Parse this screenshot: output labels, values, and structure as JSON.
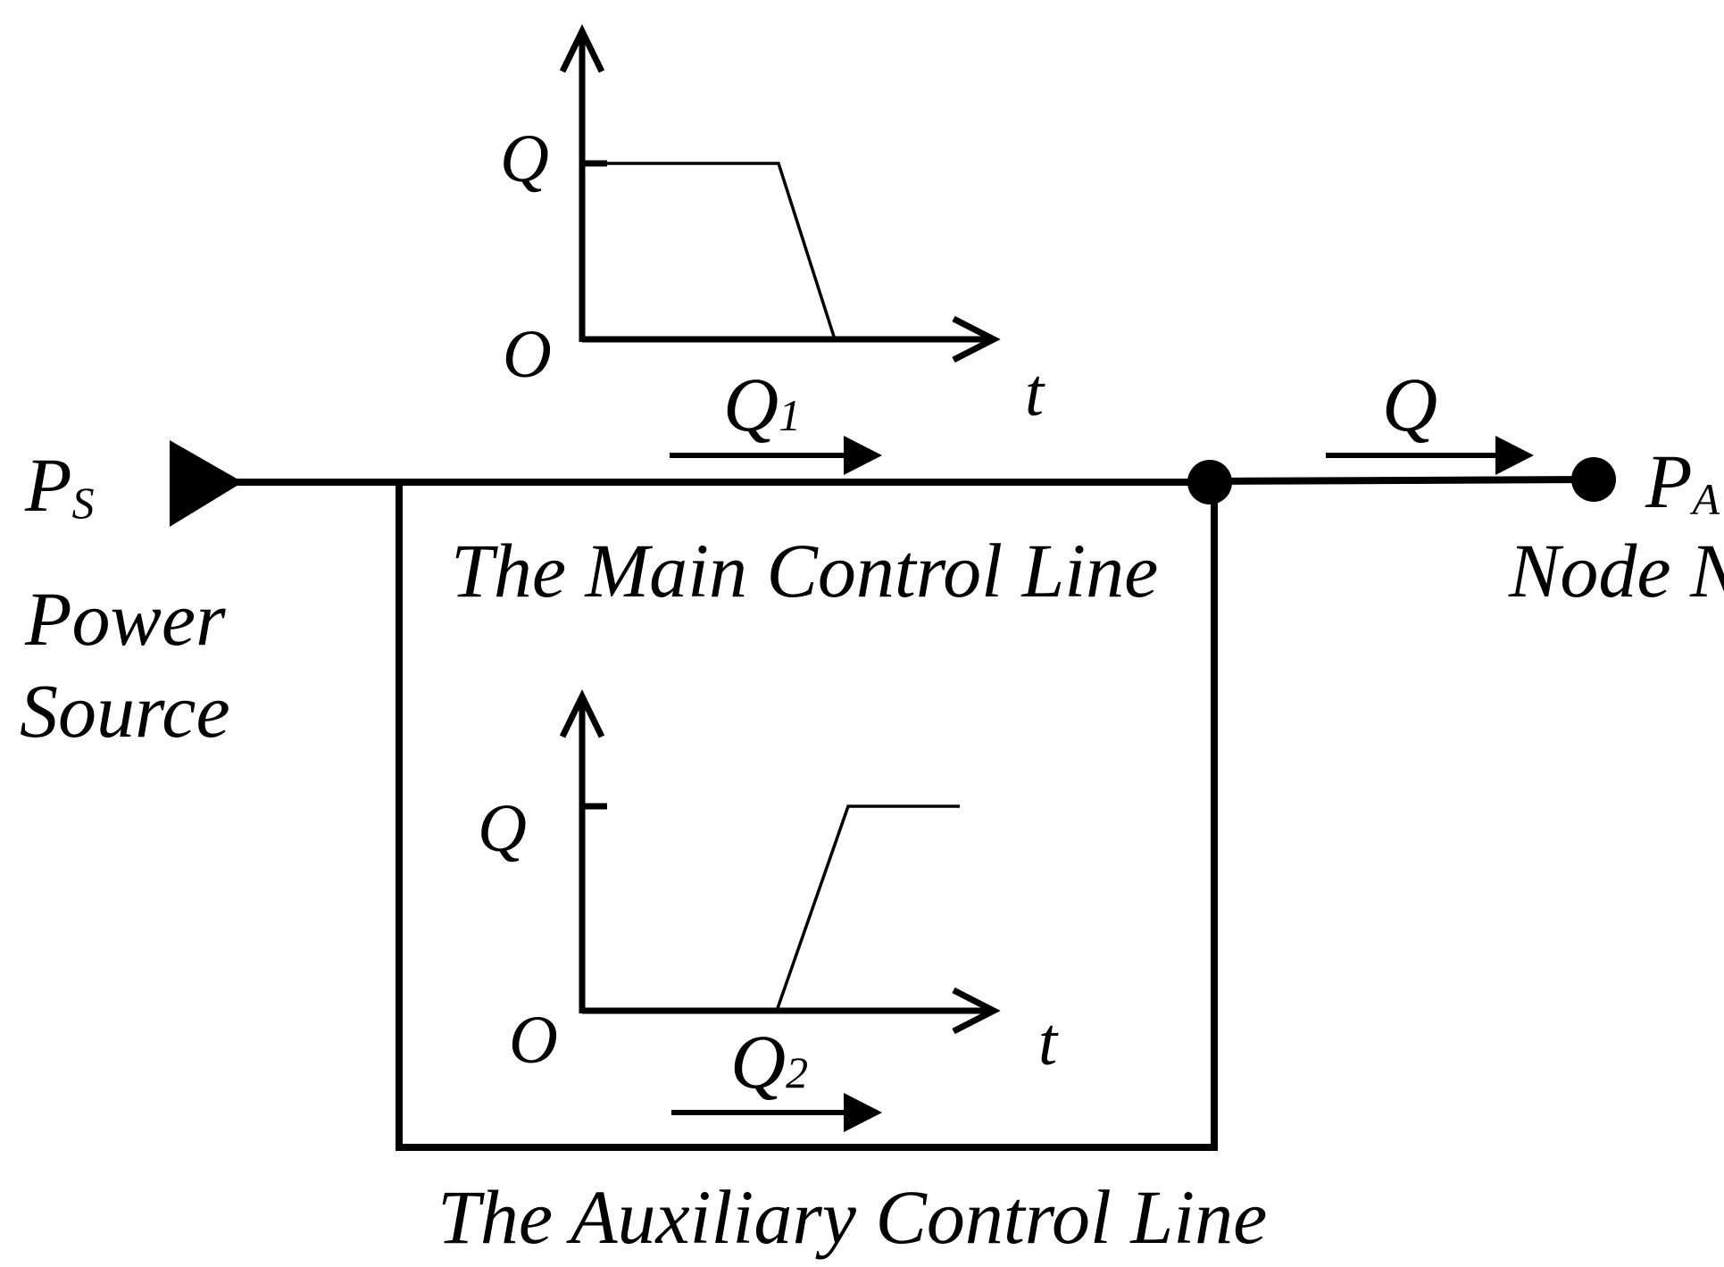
{
  "source": {
    "symbol": "P",
    "subscript": "S",
    "label_line1": "Power",
    "label_line2": "Source"
  },
  "node": {
    "symbol": "P",
    "subscript": "A",
    "label": "Node N"
  },
  "main_line": {
    "label": "The Main Control Line",
    "flow_symbol": "Q",
    "flow_subscript": "1"
  },
  "auxiliary_line": {
    "label": "The Auxiliary Control Line",
    "flow_symbol": "Q",
    "flow_subscript": "2"
  },
  "output_flow": {
    "symbol": "Q"
  },
  "graph_main": {
    "y_label": "Q",
    "origin_label": "O",
    "x_label": "t"
  },
  "graph_aux": {
    "y_label": "Q",
    "origin_label": "O",
    "x_label": "t"
  },
  "colors": {
    "stroke": "#000000",
    "background": "#ffffff"
  }
}
